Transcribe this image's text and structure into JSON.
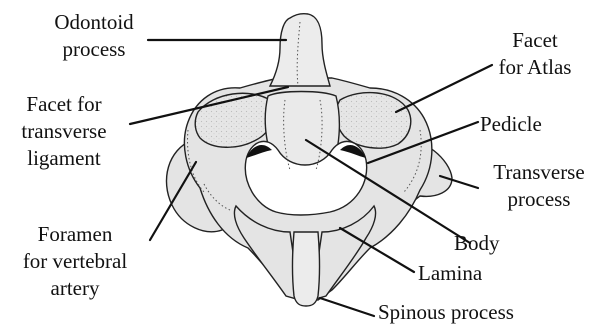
{
  "diagram": {
    "labels": {
      "odontoid": [
        "Odontoid",
        "process"
      ],
      "facet_atlas": [
        "Facet",
        "for Atlas"
      ],
      "facet_transverse": [
        "Facet for",
        "transverse",
        "ligament"
      ],
      "pedicle": [
        "Pedicle"
      ],
      "transverse_process": [
        "Transverse",
        "process"
      ],
      "foramen": [
        "Foramen",
        "for vertebral",
        "artery"
      ],
      "body": [
        "Body"
      ],
      "lamina": [
        "Lamina"
      ],
      "spinous": [
        "Spinous process"
      ]
    }
  }
}
